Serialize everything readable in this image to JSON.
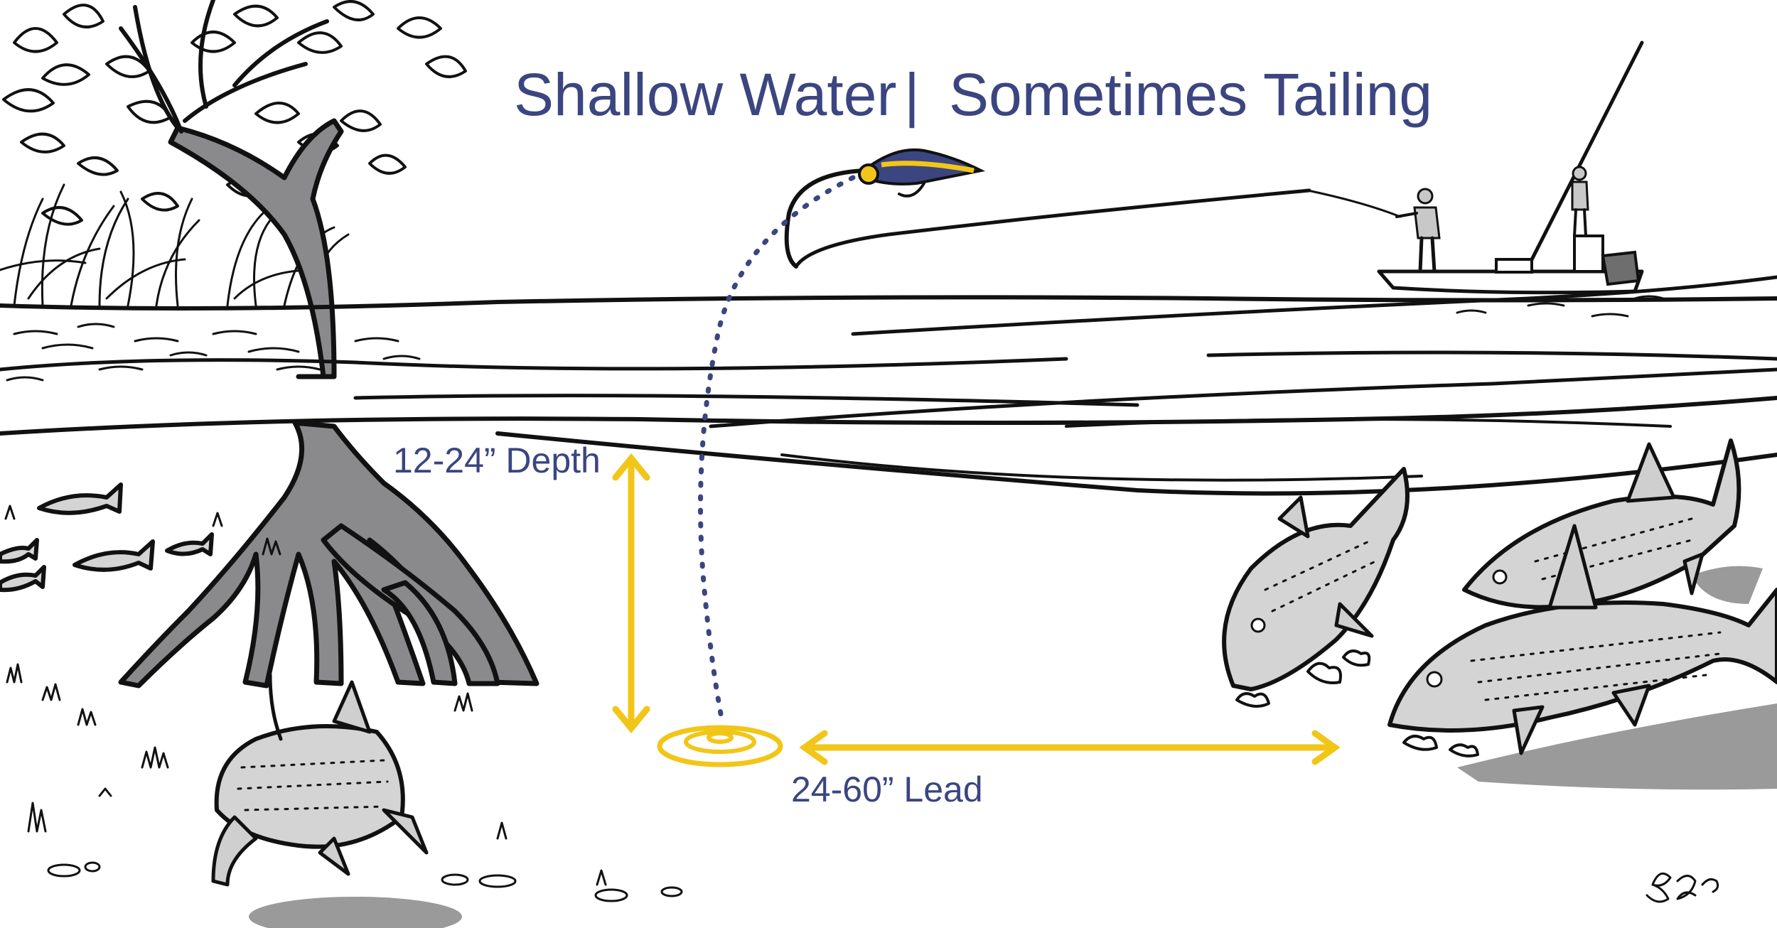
{
  "title": {
    "left": "Shallow Water",
    "separator": "|",
    "right": "Sometimes Tailing"
  },
  "labels": {
    "depth": "12-24” Depth",
    "lead": "24-60” Lead"
  },
  "colors": {
    "title_text": "#3b4580",
    "arrow": "#f2c618",
    "fly_line": "#3b4580",
    "ink": "#111111",
    "root_gray": "#8a8a8d",
    "fish_gray": "#d4d4d4"
  }
}
